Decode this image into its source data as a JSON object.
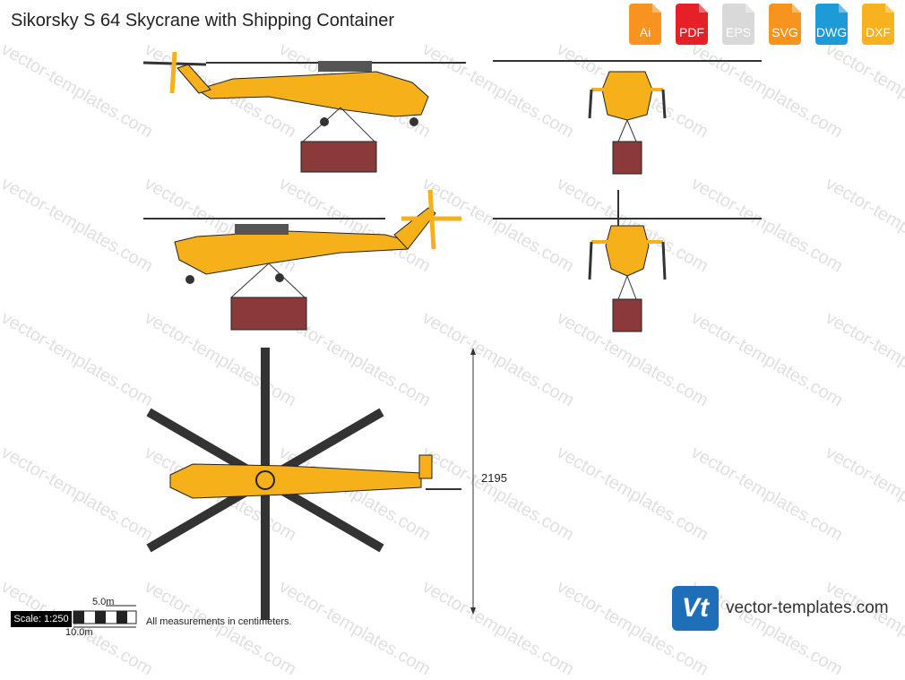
{
  "title": "Sikorsky S 64 Skycrane with Shipping Container",
  "formats": [
    {
      "label": "Ai",
      "color": "#f7931e"
    },
    {
      "label": "PDF",
      "color": "#e52026"
    },
    {
      "label": "EPS",
      "color": "#d9d9d9"
    },
    {
      "label": "SVG",
      "color": "#f7941d"
    },
    {
      "label": "DWG",
      "color": "#1c9bd7"
    },
    {
      "label": "DXF",
      "color": "#f8b21d"
    }
  ],
  "watermark_text": "vector-templates.com",
  "dimension": {
    "value": "2195"
  },
  "scale": {
    "label": "Scale: 1:250",
    "half": "5.0m",
    "full": "10.0m"
  },
  "note": "All measurements in centimeters.",
  "brand": {
    "logo": "Vt",
    "name": "vector-templates.com"
  },
  "colors": {
    "body": "#f5b01a",
    "container": "#8b3a3a",
    "rotor": "#333333",
    "outline": "#222222"
  }
}
